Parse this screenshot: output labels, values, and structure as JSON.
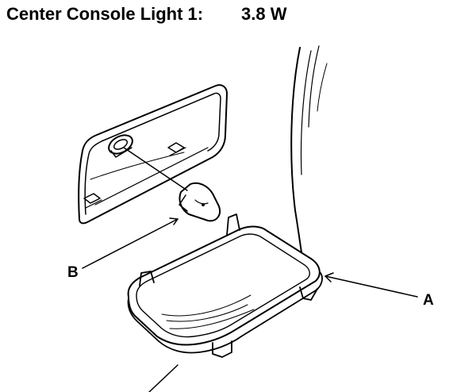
{
  "title": {
    "label": "Center Console Light 1:",
    "wattage": "3.8 W"
  },
  "callouts": {
    "a": "A",
    "b": "B"
  },
  "colors": {
    "ink": "#000000",
    "paper": "#ffffff"
  }
}
